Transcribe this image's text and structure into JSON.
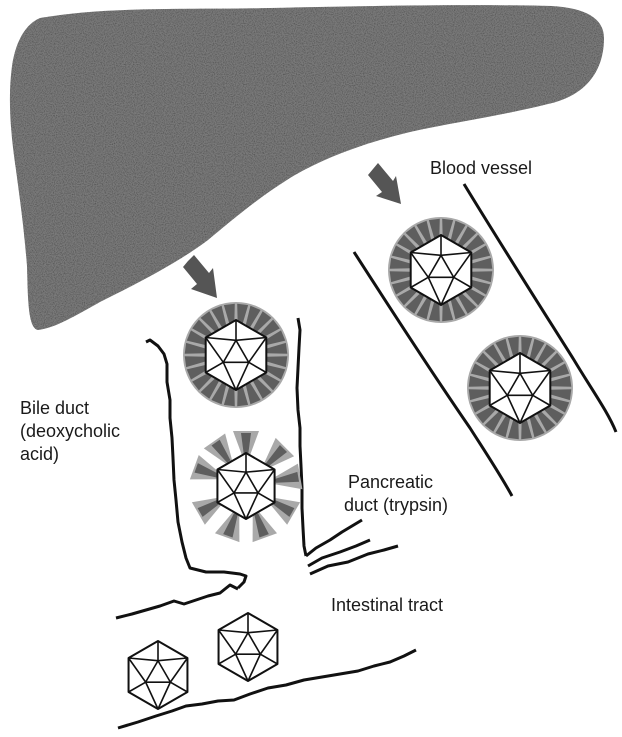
{
  "labels": {
    "blood_vessel": "Blood vessel",
    "bile_duct_line1": "Bile duct",
    "bile_duct_line2": "(deoxycholic",
    "bile_duct_line3": "acid)",
    "pancreatic_line1": "Pancreatic",
    "pancreatic_line2": "duct (trypsin)",
    "intestinal_tract": "Intestinal tract"
  },
  "colors": {
    "liver_fill": "#7a7a7a",
    "envelope_fill": "#a9a9a9",
    "spike_fill": "#5e5e5e",
    "capsid_fill": "#ffffff",
    "line": "#111111"
  },
  "virion_states": [
    "enveloped",
    "enveloped",
    "enveloped",
    "partially-stripped",
    "naked",
    "naked"
  ]
}
